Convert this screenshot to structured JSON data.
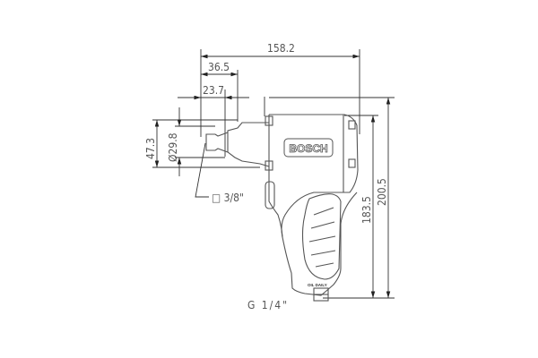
{
  "dimensions": {
    "overall_length": "158.2",
    "anvil_length": "36.5",
    "nose_length": "23.7",
    "head_height": "47.3",
    "nose_diameter": "Ø29.8",
    "body_height": "183.5",
    "overall_height": "200.5"
  },
  "labels": {
    "drive_size": "□ 3/8\"",
    "air_inlet": "G 1/4\"",
    "brand_badge": "BOSCH",
    "oil_warning": "OIL DAILY"
  }
}
